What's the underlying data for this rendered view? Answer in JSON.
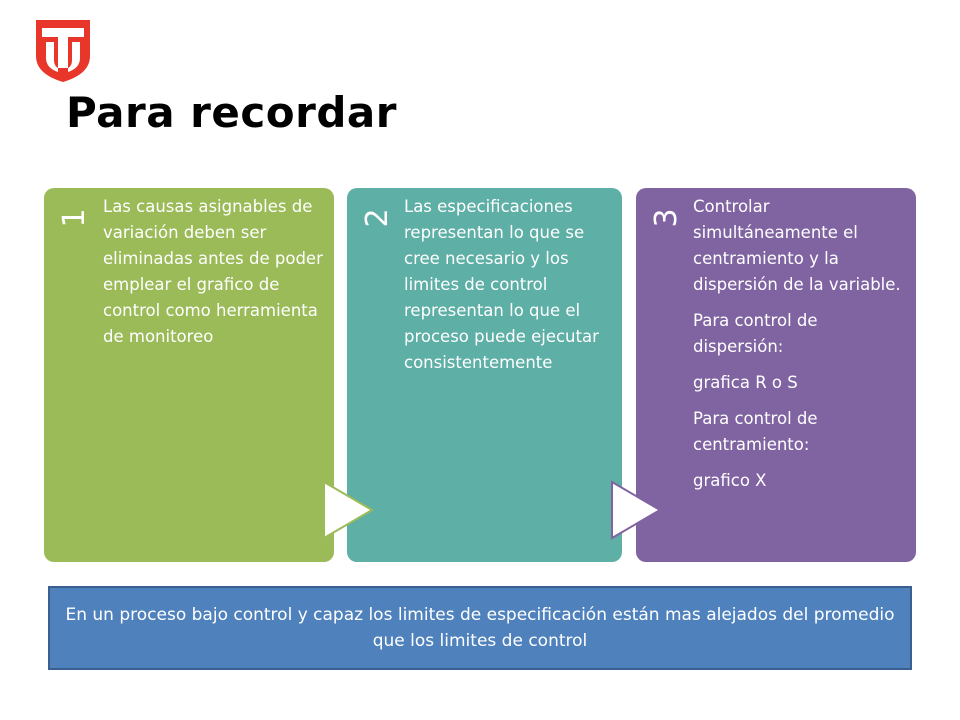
{
  "title": "Para recordar",
  "logo_icon": "university-shield-logo",
  "colors": {
    "logo_red": "#e8372a",
    "card1": "#9bbb59",
    "card2": "#5eafa6",
    "card3": "#8064a2",
    "bottom": "#4f81bd"
  },
  "cards": [
    {
      "number": "1",
      "paragraphs": [
        "Las causas asignables de variación deben ser eliminadas antes de poder emplear el grafico de control como herramienta de monitoreo"
      ]
    },
    {
      "number": "2",
      "paragraphs": [
        "Las especificaciones representan lo que se cree necesario y los limites de control representan lo  que el proceso puede ejecutar consistentemente"
      ]
    },
    {
      "number": "3",
      "paragraphs": [
        "Controlar simultáneamente el centramiento y la dispersión de la variable.",
        "Para control de dispersión:",
        "grafica R o S",
        "Para control de centramiento:",
        "grafico X"
      ]
    }
  ],
  "bottom_note": "En un proceso bajo control y capaz los limites de especificación están mas alejados del promedio que los limites de control"
}
